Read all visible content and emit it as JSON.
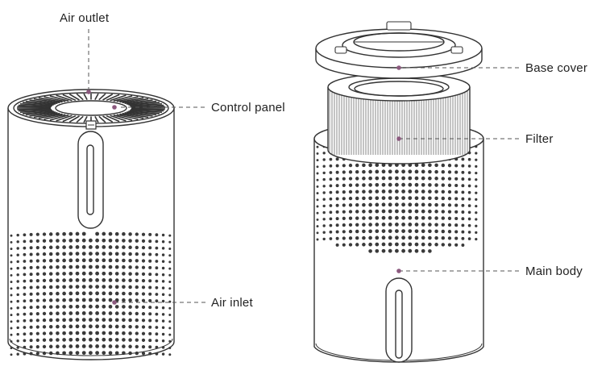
{
  "labels": {
    "air_outlet": "Air outlet",
    "control_panel": "Control panel",
    "air_inlet": "Air inlet",
    "base_cover": "Base cover",
    "filter": "Filter",
    "main_body": "Main body"
  },
  "colors": {
    "outline": "#333333",
    "leader_line": "#555555",
    "callout_dot": "#8c5a7f",
    "background": "#ffffff"
  }
}
